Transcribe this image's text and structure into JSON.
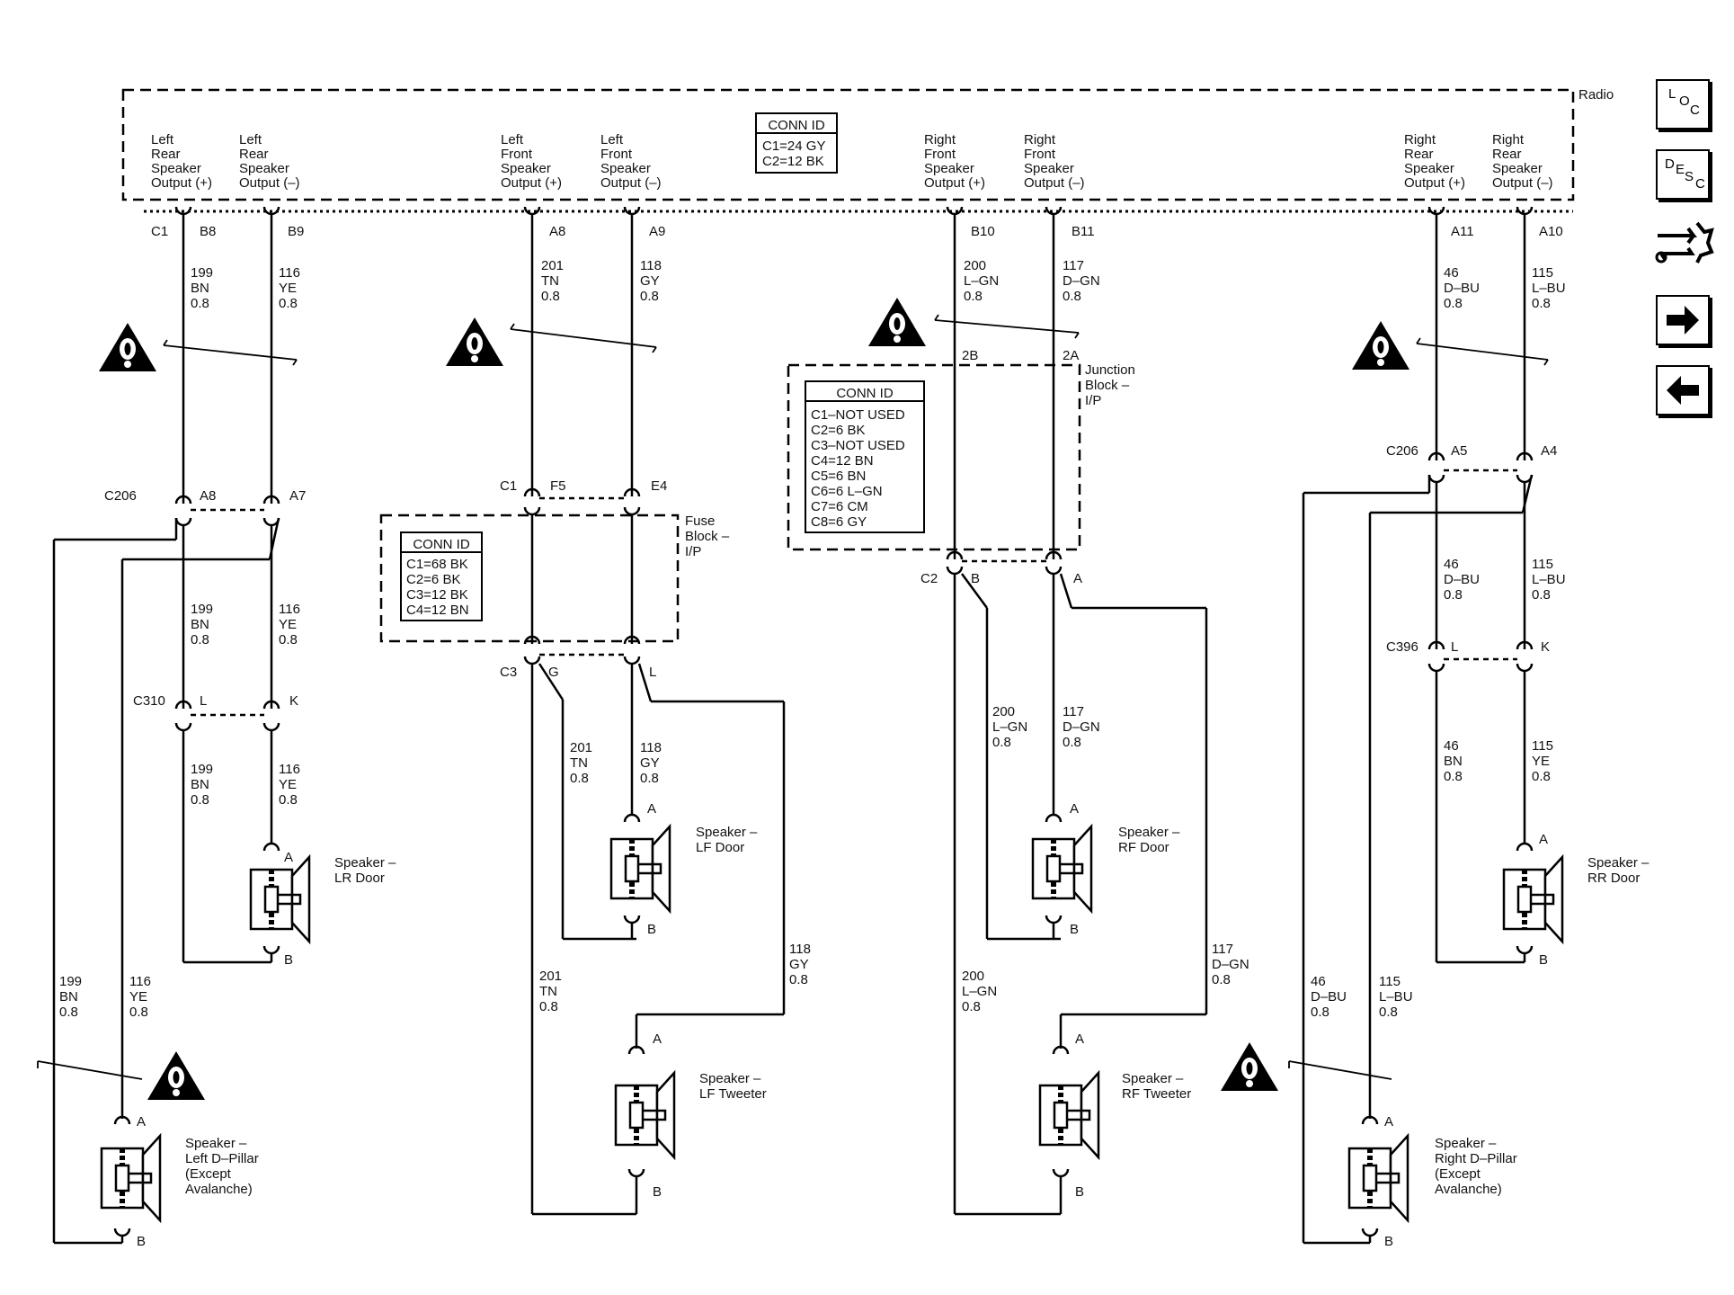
{
  "radio": {
    "label": "Radio",
    "conn_id": {
      "title": "CONN ID",
      "lines": [
        "C1=24 GY",
        "C2=12 BK"
      ]
    },
    "outputs": [
      [
        "Left",
        "Rear",
        "Speaker",
        "Output (+)"
      ],
      [
        "Left",
        "Rear",
        "Speaker",
        "Output (–)"
      ],
      [
        "Left",
        "Front",
        "Speaker",
        "Output (+)"
      ],
      [
        "Left",
        "Front",
        "Speaker",
        "Output (–)"
      ],
      [
        "Right",
        "Front",
        "Speaker",
        "Output (+)"
      ],
      [
        "Right",
        "Front",
        "Speaker",
        "Output (–)"
      ],
      [
        "Right",
        "Rear",
        "Speaker",
        "Output (+)"
      ],
      [
        "Right",
        "Rear",
        "Speaker",
        "Output (–)"
      ]
    ]
  },
  "pins": {
    "c1": "C1",
    "b8": "B8",
    "b9": "B9",
    "a8": "A8",
    "a9": "A9",
    "b10": "B10",
    "b11": "B11",
    "a11": "A11",
    "a10": "A10",
    "c206_l": "C206",
    "a8_l": "A8",
    "a7_l": "A7",
    "c310": "C310",
    "l_c310": "L",
    "k_c310": "K",
    "c1_fb": "C1",
    "f5": "F5",
    "e4": "E4",
    "c3_fb": "C3",
    "g_fb": "G",
    "l_fb": "L",
    "jb_2b": "2B",
    "jb_2a": "2A",
    "c2_jb": "C2",
    "b_jb": "B",
    "a_jb": "A",
    "c206_r": "C206",
    "a5_r": "A5",
    "a4_r": "A4",
    "c396": "C396",
    "l_c396": "L",
    "k_c396": "K"
  },
  "wires": {
    "w199a": [
      "199",
      "BN",
      "0.8"
    ],
    "w116a": [
      "116",
      "YE",
      "0.8"
    ],
    "w201a": [
      "201",
      "TN",
      "0.8"
    ],
    "w118a": [
      "118",
      "GY",
      "0.8"
    ],
    "w200a": [
      "200",
      "L–GN",
      "0.8"
    ],
    "w117a": [
      "117",
      "D–GN",
      "0.8"
    ],
    "w46a": [
      "46",
      "D–BU",
      "0.8"
    ],
    "w115a": [
      "115",
      "L–BU",
      "0.8"
    ],
    "w199b": [
      "199",
      "BN",
      "0.8"
    ],
    "w116b": [
      "116",
      "YE",
      "0.8"
    ],
    "w199c": [
      "199",
      "BN",
      "0.8"
    ],
    "w116c": [
      "116",
      "YE",
      "0.8"
    ],
    "w199d": [
      "199",
      "BN",
      "0.8"
    ],
    "w116d": [
      "116",
      "YE",
      "0.8"
    ],
    "w201b": [
      "201",
      "TN",
      "0.8"
    ],
    "w118b": [
      "118",
      "GY",
      "0.8"
    ],
    "w201c": [
      "201",
      "TN",
      "0.8"
    ],
    "w118c": [
      "118",
      "GY",
      "0.8"
    ],
    "w200b": [
      "200",
      "L–GN",
      "0.8"
    ],
    "w117b": [
      "117",
      "D–GN",
      "0.8"
    ],
    "w200c": [
      "200",
      "L–GN",
      "0.8"
    ],
    "w117c": [
      "117",
      "D–GN",
      "0.8"
    ],
    "w46b": [
      "46",
      "D–BU",
      "0.8"
    ],
    "w115b": [
      "115",
      "L–BU",
      "0.8"
    ],
    "w46c": [
      "46",
      "BN",
      "0.8"
    ],
    "w115c": [
      "115",
      "YE",
      "0.8"
    ],
    "w46d": [
      "46",
      "D–BU",
      "0.8"
    ],
    "w115d": [
      "115",
      "L–BU",
      "0.8"
    ]
  },
  "fuse_block": {
    "label": [
      "Fuse",
      "Block –",
      "I/P"
    ],
    "conn_id": {
      "title": "CONN ID",
      "lines": [
        "C1=68 BK",
        "C2=6 BK",
        "C3=12 BK",
        "C4=12 BN"
      ]
    }
  },
  "junction_block": {
    "label": [
      "Junction",
      "Block –",
      "I/P"
    ],
    "conn_id": {
      "title": "CONN ID",
      "lines": [
        "C1–NOT USED",
        "C2=6 BK",
        "C3–NOT USED",
        "C4=12 BN",
        "C5=6 BN",
        "C6=6 L–GN",
        "C7=6 CM",
        "C8=6 GY"
      ]
    }
  },
  "speakers": {
    "lr_door": {
      "label": [
        "Speaker –",
        "LR Door"
      ],
      "a": "A",
      "b": "B"
    },
    "lf_door": {
      "label": [
        "Speaker –",
        "LF Door"
      ],
      "a": "A",
      "b": "B"
    },
    "rf_door": {
      "label": [
        "Speaker –",
        "RF Door"
      ],
      "a": "A",
      "b": "B"
    },
    "rr_door": {
      "label": [
        "Speaker –",
        "RR Door"
      ],
      "a": "A",
      "b": "B"
    },
    "lf_tweeter": {
      "label": [
        "Speaker –",
        "LF Tweeter"
      ],
      "a": "A",
      "b": "B"
    },
    "rf_tweeter": {
      "label": [
        "Speaker –",
        "RF Tweeter"
      ],
      "a": "A",
      "b": "B"
    },
    "left_dpillar": {
      "label": [
        "Speaker –",
        "Left D–Pillar",
        "(Except",
        "Avalanche)"
      ],
      "a": "A",
      "b": "B"
    },
    "right_dpillar": {
      "label": [
        "Speaker –",
        "Right D–Pillar",
        "(Except",
        "Avalanche)"
      ],
      "a": "A",
      "b": "B"
    }
  },
  "nav": {
    "loc": [
      "L",
      "O",
      "C"
    ],
    "desc": [
      "D",
      "E",
      "S",
      "C"
    ]
  },
  "icons": [
    "caution-icon",
    "loc-icon",
    "desc-icon",
    "harness-icon",
    "arrow-right-icon",
    "arrow-left-icon"
  ]
}
